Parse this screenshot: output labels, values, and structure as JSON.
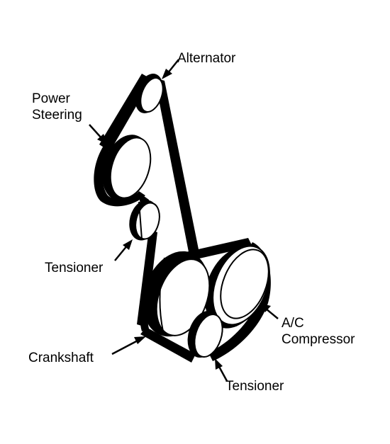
{
  "labels": {
    "alternator": "Alternator",
    "power_steering_line1": "Power",
    "power_steering_line2": "Steering",
    "tensioner_upper": "Tensioner",
    "crankshaft": "Crankshaft",
    "ac_compressor_line1": "A/C",
    "ac_compressor_line2": "Compressor",
    "tensioner_lower": "Tensioner"
  },
  "colors": {
    "belt": "#000000",
    "pulley_face": "#ffffff",
    "outline": "#000000",
    "background": "#ffffff"
  }
}
